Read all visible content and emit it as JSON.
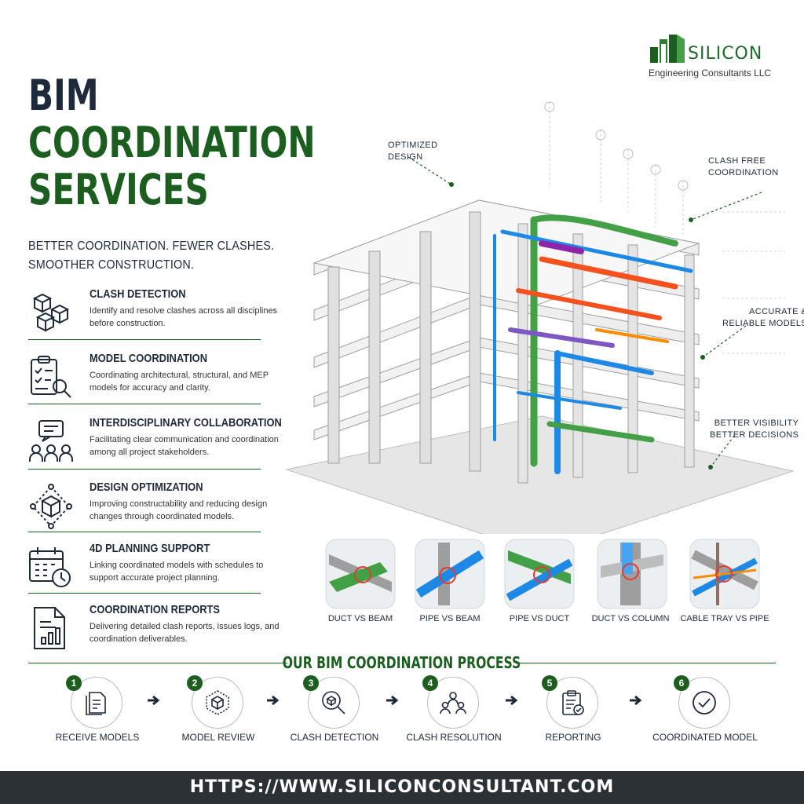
{
  "brand": {
    "name": "SILICON",
    "subtitle": "Engineering Consultants LLC",
    "color": "#1b5e20"
  },
  "hero": {
    "title_line1": "BIM",
    "title_line2": "COORDINATION",
    "title_line3": "SERVICES",
    "tagline_line1": "BETTER COORDINATION. FEWER CLASHES.",
    "tagline_line2": "SMOOTHER CONSTRUCTION."
  },
  "services": [
    {
      "icon": "cubes-icon",
      "name": "CLASH DETECTION",
      "desc": "Identify and resolve clashes across all disciplines before construction."
    },
    {
      "icon": "checklist-magnifier-icon",
      "name": "MODEL COORDINATION",
      "desc": "Coordinating architectural, structural, and MEP models for accuracy and clarity."
    },
    {
      "icon": "team-chat-icon",
      "name": "INTERDISCIPLINARY COLLABORATION",
      "desc": "Facilitating clear communication and coordination among all project stakeholders."
    },
    {
      "icon": "cube-network-icon",
      "name": "DESIGN OPTIMIZATION",
      "desc": "Improving constructability and reducing design changes through coordinated models."
    },
    {
      "icon": "calendar-clock-icon",
      "name": "4D PLANNING SUPPORT",
      "desc": "Linking coordinated models with schedules to support accurate project planning."
    },
    {
      "icon": "report-chart-icon",
      "name": "COORDINATION REPORTS",
      "desc": "Delivering detailed clash reports, issues logs, and coordination deliverables."
    }
  ],
  "callouts": {
    "optimized_line1": "OPTIMIZED",
    "optimized_line2": "DESIGN",
    "clash_free_line1": "CLASH FREE",
    "clash_free_line2": "COORDINATION",
    "accurate_line1": "ACCURATE &",
    "accurate_line2": "RELIABLE MODELS",
    "visibility_line1": "BETTER VISIBILITY",
    "visibility_line2": "BETTER DECISIONS"
  },
  "clash_types": [
    {
      "label": "DUCT VS BEAM"
    },
    {
      "label": "PIPE VS BEAM"
    },
    {
      "label": "PIPE VS DUCT"
    },
    {
      "label": "DUCT VS COLUMN"
    },
    {
      "label": "CABLE TRAY VS PIPE"
    }
  ],
  "process": {
    "title": "OUR BIM COORDINATION PROCESS",
    "steps": [
      {
        "num": "1",
        "label": "RECEIVE MODELS",
        "icon": "documents-icon"
      },
      {
        "num": "2",
        "label": "MODEL REVIEW",
        "icon": "cube-review-icon"
      },
      {
        "num": "3",
        "label": "CLASH DETECTION",
        "icon": "cube-search-icon"
      },
      {
        "num": "4",
        "label": "CLASH RESOLUTION",
        "icon": "team-icon"
      },
      {
        "num": "5",
        "label": "REPORTING",
        "icon": "clipboard-check-icon"
      },
      {
        "num": "6",
        "label": "COORDINATED MODEL",
        "icon": "check-circle-icon"
      }
    ]
  },
  "footer": {
    "url": "HTTPS://WWW.SILICONCONSULTANT.COM"
  }
}
